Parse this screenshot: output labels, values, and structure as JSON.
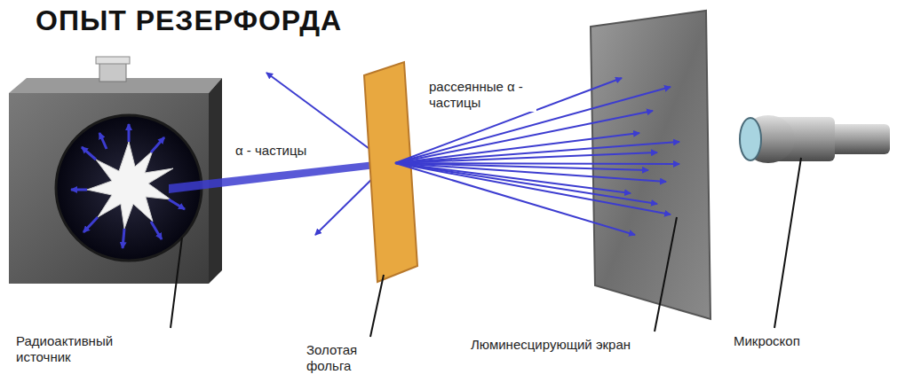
{
  "diagram": {
    "title": "ОПЫТ РЕЗЕРФОРДА",
    "labels": [
      "α - частицы",
      "рассеянные α - частицы",
      "Радиоактивный источник",
      "Золотая фольга",
      "Люминесцирующий экран",
      "Микроскоп"
    ]
  }
}
